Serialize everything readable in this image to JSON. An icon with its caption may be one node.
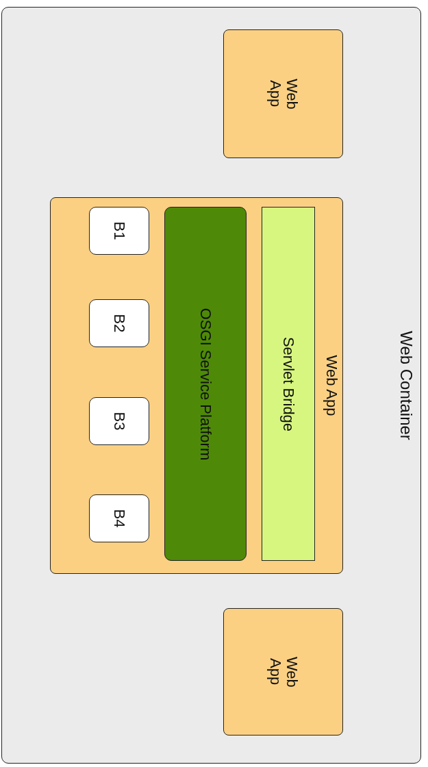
{
  "diagram": {
    "nodes": [
      {
        "text": [
          "Web Container"
        ]
      },
      {
        "text": [
          "Web App"
        ],
        "in": 0
      },
      {
        "text": [
          "Web App"
        ],
        "in": 0
      },
      {
        "text": [
          "Servlet Bridge"
        ],
        "in": 2
      },
      {
        "text": [
          "OSGI Service Platform"
        ],
        "in": 2
      },
      {
        "text": [
          "B1"
        ],
        "in": 2
      },
      {
        "text": [
          "B2"
        ],
        "in": 2
      },
      {
        "text": [
          "B3"
        ],
        "in": 2
      },
      {
        "text": [
          "B4"
        ],
        "in": 2
      },
      {
        "text": [
          "Web App"
        ],
        "in": 0
      }
    ]
  }
}
